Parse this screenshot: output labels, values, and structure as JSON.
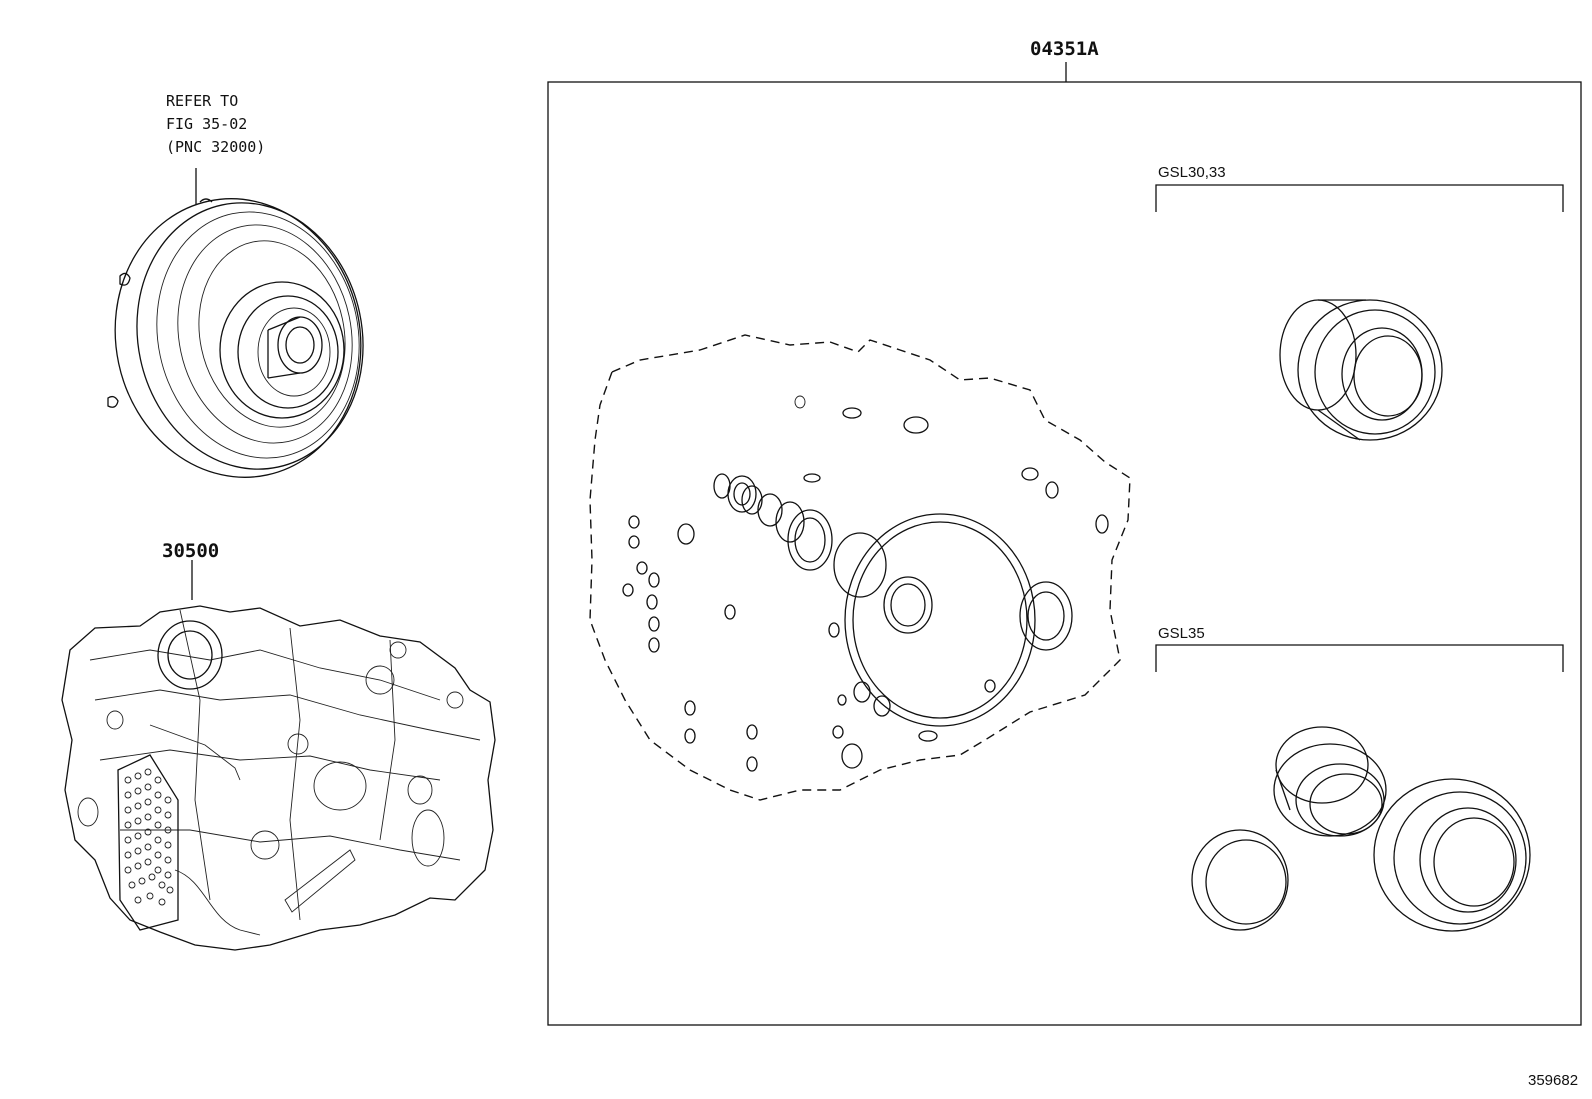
{
  "labels": {
    "refer_line1": "REFER TO",
    "refer_line2": "FIG 35-02",
    "refer_line3": "(PNC 32000)",
    "part_30500": "30500",
    "part_04351A": "04351A",
    "variant_gsl3033": "GSL30,33",
    "variant_gsl35": "GSL35",
    "diagram_id": "359682"
  }
}
